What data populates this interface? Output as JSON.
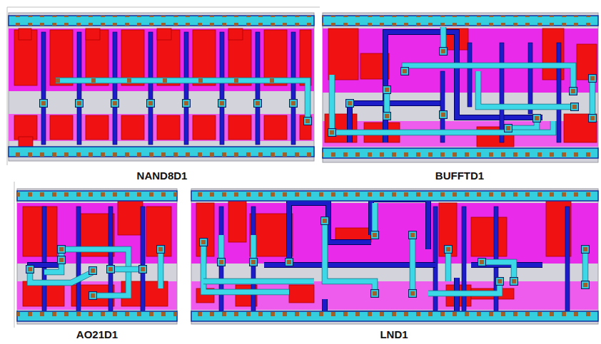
{
  "diagram": {
    "nodes": [
      {
        "text": [
          "NAND8D1"
        ]
      },
      {
        "text": [
          "BUFFTD1"
        ]
      },
      {
        "text": [
          "AO21D1"
        ]
      },
      {
        "text": [
          "LND1"
        ]
      }
    ]
  }
}
